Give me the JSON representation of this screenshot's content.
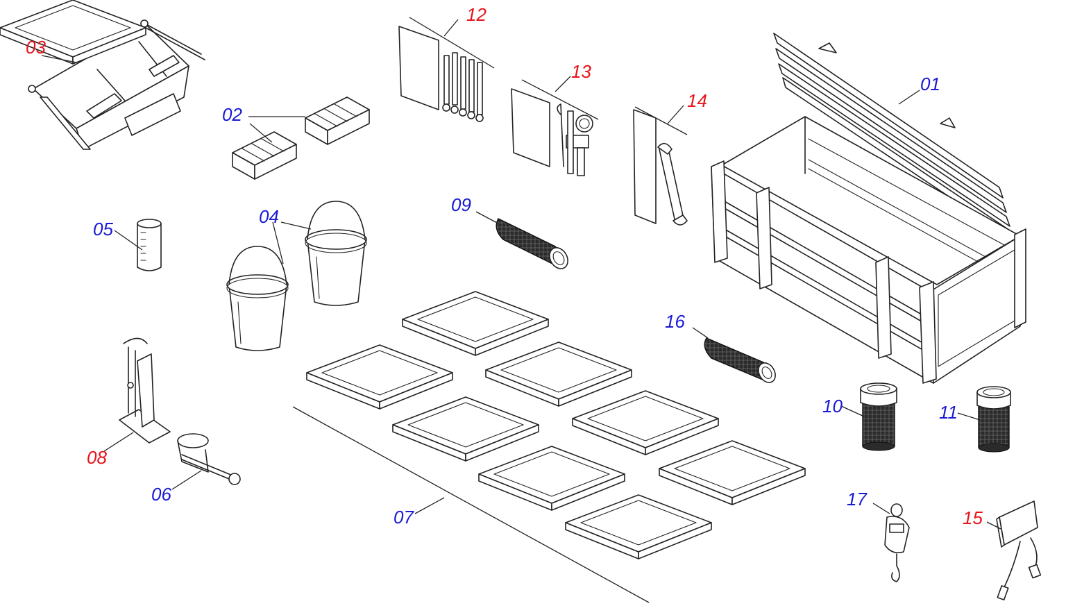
{
  "colors": {
    "red_label": "#e8131b",
    "blue_label": "#1a1ad6",
    "line": "#222222"
  },
  "parts": [
    {
      "id": "p01",
      "label": "01",
      "color": "blue",
      "depicts": "wooden-crate"
    },
    {
      "id": "p02",
      "label": "02",
      "color": "blue",
      "depicts": "slotted-blocks"
    },
    {
      "id": "p03",
      "label": "03",
      "color": "red",
      "depicts": "riffle-splitter"
    },
    {
      "id": "p04",
      "label": "04",
      "color": "blue",
      "depicts": "buckets"
    },
    {
      "id": "p05",
      "label": "05",
      "color": "blue",
      "depicts": "graduated-cylinder"
    },
    {
      "id": "p06",
      "label": "06",
      "color": "blue",
      "depicts": "sample-holder"
    },
    {
      "id": "p07",
      "label": "07",
      "color": "blue",
      "depicts": "trays"
    },
    {
      "id": "p08",
      "label": "08",
      "color": "red",
      "depicts": "funnel-stand"
    },
    {
      "id": "p09",
      "label": "09",
      "color": "blue",
      "depicts": "filter-element"
    },
    {
      "id": "p10",
      "label": "10",
      "color": "blue",
      "depicts": "filter-cartridge"
    },
    {
      "id": "p11",
      "label": "11",
      "color": "blue",
      "depicts": "filter-cartridge"
    },
    {
      "id": "p12",
      "label": "12",
      "color": "red",
      "depicts": "bolt-kit"
    },
    {
      "id": "p13",
      "label": "13",
      "color": "red",
      "depicts": "gauge-kit"
    },
    {
      "id": "p14",
      "label": "14",
      "color": "red",
      "depicts": "wrench-kit"
    },
    {
      "id": "p15",
      "label": "15",
      "color": "red",
      "depicts": "control-box"
    },
    {
      "id": "p16",
      "label": "16",
      "color": "blue",
      "depicts": "filter-element"
    },
    {
      "id": "p17",
      "label": "17",
      "color": "blue",
      "depicts": "hanging-scale"
    }
  ]
}
